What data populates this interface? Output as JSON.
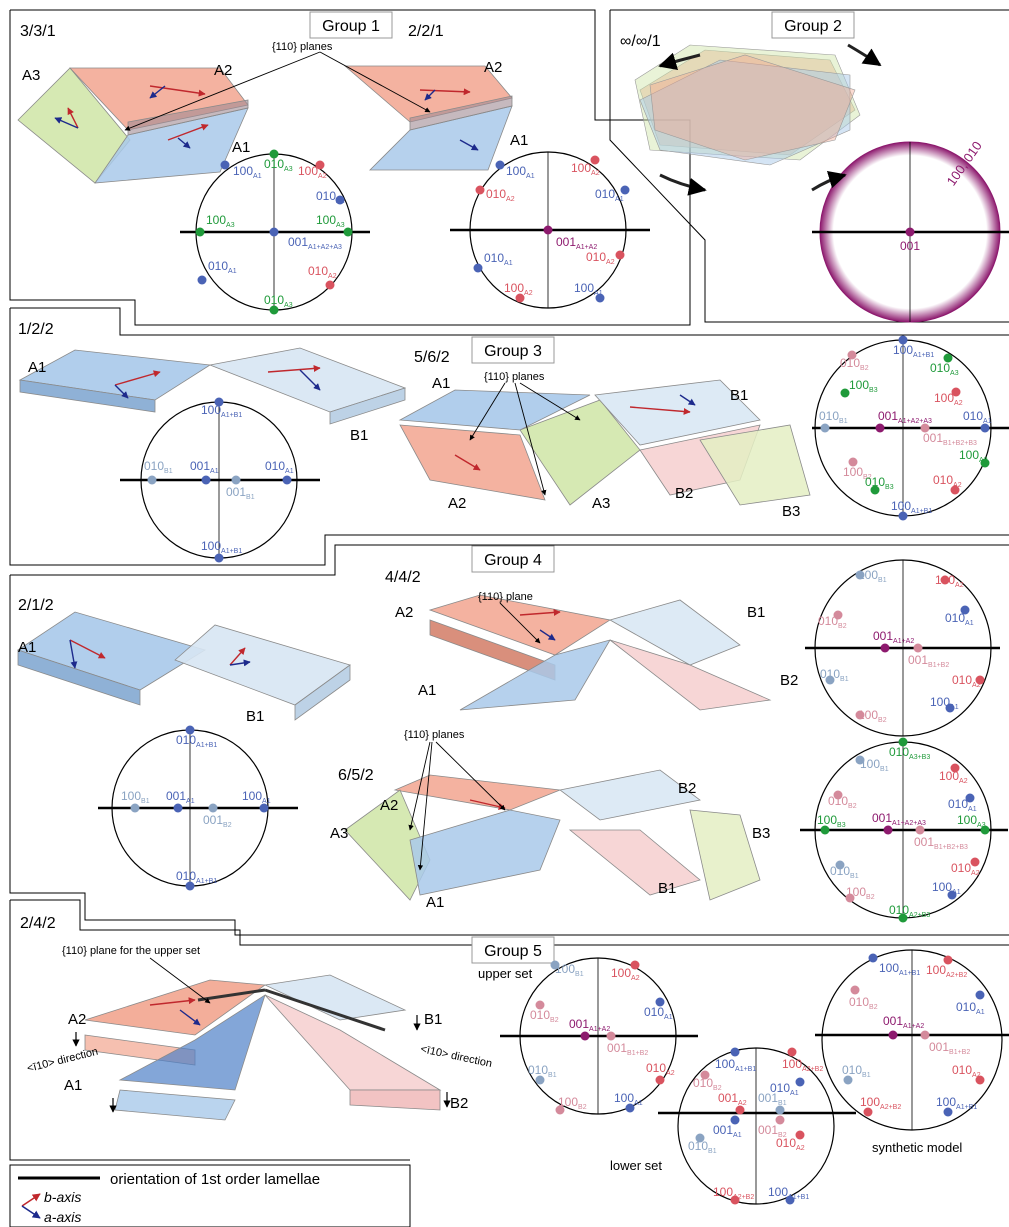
{
  "groups": {
    "g1": "Group 1",
    "g2": "Group 2",
    "g3": "Group 3",
    "g4": "Group 4",
    "g5": "Group 5"
  },
  "codes": {
    "c331": "3/3/1",
    "c221": "2/2/1",
    "cinf": "∞/∞/1",
    "c122": "1/2/2",
    "c562": "5/6/2",
    "c212": "2/1/2",
    "c442": "4/4/2",
    "c652": "6/5/2",
    "c242": "2/4/2"
  },
  "annotations": {
    "planes_110": "{110} planes",
    "plane_110": "{110} plane",
    "plane_upper": "{110} plane for the upper set",
    "direction": "<ī10> direction",
    "upper_set": "upper set",
    "lower_set": "lower set",
    "synthetic": "synthetic model",
    "ring_label": "100, 010"
  },
  "crystals": {
    "A1": "A1",
    "A2": "A2",
    "A3": "A3",
    "B1": "B1",
    "B2": "B2",
    "B3": "B3"
  },
  "pole_labels": {
    "p100": "100",
    "p010": "010",
    "p001": "001"
  },
  "legend": {
    "lamellae": "orientation of 1st order lamellae",
    "b_axis": "b-axis",
    "a_axis": "a-axis"
  },
  "colors": {
    "red_crystal": "#f2a58f",
    "blue_crystal": "#a9c9ea",
    "green_crystal": "#cfe5a6",
    "pale_blue_crystal": "#d7e6f3",
    "pale_red_crystal": "#f6cfcf",
    "b_axis_arrow": "#c0282d",
    "a_axis_arrow": "#1d2a8c",
    "pole_blue": "#4a63b5",
    "pole_red": "#d9535f",
    "pole_green": "#1f9a3a",
    "pole_purple": "#8d1a6e",
    "pole_lightblue": "#8aa3c2",
    "pole_pink": "#d48a9b"
  }
}
